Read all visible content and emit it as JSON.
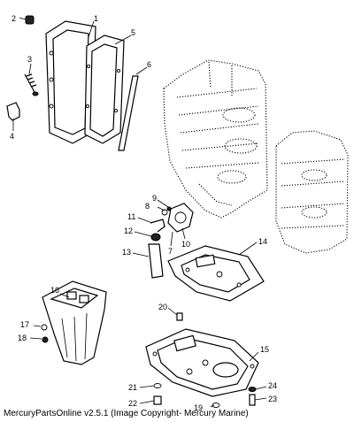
{
  "caption": "MercuryPartsOnline v2.5.1 (Image Copyright- Mercury Marine)",
  "callouts": {
    "c1": "1",
    "c2": "2",
    "c3": "3",
    "c4": "4",
    "c5": "5",
    "c6": "6",
    "c7": "7",
    "c8": "8",
    "c9": "9",
    "c10": "10",
    "c11": "11",
    "c12": "12",
    "c13": "13",
    "c14": "14",
    "c15": "15",
    "c16": "16",
    "c17": "17",
    "c18": "18",
    "c19": "19",
    "c20": "20",
    "c21": "21",
    "c22": "22",
    "c23": "23",
    "c24": "24"
  }
}
